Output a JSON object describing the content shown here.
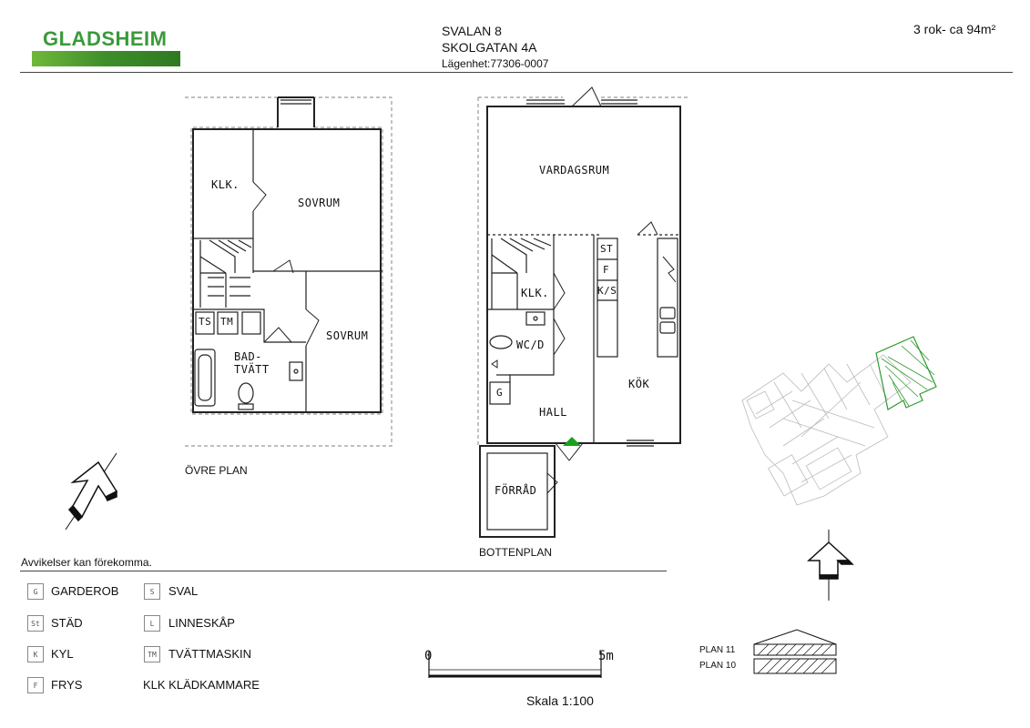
{
  "header": {
    "logo": "GLADSHEIM",
    "property": "SVALAN 8",
    "address": "SKOLGATAN 4A",
    "apartment": "Lägenhet:77306-0007",
    "size": "3 rok- ca 94m²"
  },
  "upper_floor": {
    "caption": "ÖVRE PLAN",
    "rooms": {
      "klk": "KLK.",
      "sovrum1": "SOVRUM",
      "sovrum2": "SOVRUM",
      "ts": "TS",
      "tm": "TM",
      "bad1": "BAD-",
      "bad2": "TVÄTT"
    }
  },
  "ground_floor": {
    "caption": "BOTTENPLAN",
    "rooms": {
      "vardagsrum": "VARDAGSRUM",
      "st": "ST",
      "f": "F",
      "ks": "K/S",
      "klk": "KLK.",
      "wcd": "WC/D",
      "g": "G",
      "hall": "HALL",
      "kok": "KÖK",
      "forrad": "FÖRRÅD"
    }
  },
  "disclaimer": "Avvikelser kan förekomma.",
  "legend": [
    {
      "code": "G",
      "label": "GARDEROB"
    },
    {
      "code": "St",
      "label": "STÄD"
    },
    {
      "code": "K",
      "label": "KYL"
    },
    {
      "code": "F",
      "label": "FRYS"
    },
    {
      "code": "S",
      "label": "SVAL"
    },
    {
      "code": "L",
      "label": "LINNESKÅP"
    },
    {
      "code": "TM",
      "label": "TVÄTTMASKIN"
    },
    {
      "code": "",
      "label": "KLK KLÄDKAMMARE"
    }
  ],
  "scale": {
    "start": "0",
    "end": "5m",
    "label": "Skala 1:100"
  },
  "plans": {
    "upper": "PLAN 11",
    "lower": "PLAN 10"
  },
  "colors": {
    "brand_green": "#3a9a3a",
    "entrance_marker": "#1aa01a",
    "site_highlight": "#2e9a2e"
  }
}
